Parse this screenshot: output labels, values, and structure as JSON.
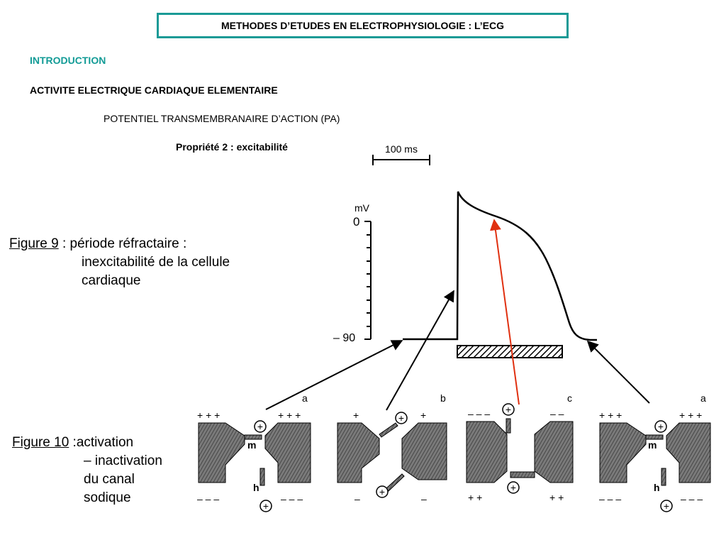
{
  "header": {
    "title": "METHODES D’ETUDES EN ELECTROPHYSIOLOGIE : L’ECG"
  },
  "section": {
    "intro": "INTRODUCTION",
    "heading": "ACTIVITE ELECTRIQUE CARDIAQUE ELEMENTAIRE",
    "subheading": "POTENTIEL TRANSMEMBRANAIRE D’ACTION (PA)",
    "property": "Propriété 2 : excitabilité"
  },
  "figure9": {
    "label": "Figure 9",
    "line1": " : période    réfractaire :",
    "rest": "inexcitabilité de la cellule\ncardiaque"
  },
  "figure10": {
    "label": "Figure 10",
    "line1": " :activation",
    "rest": "– inactivation\ndu canal\nsodique"
  },
  "graph": {
    "scale_bar": "100 ms",
    "unit": "mV",
    "zero": "0",
    "min": "– 90",
    "colors": {
      "arrow": "#000000",
      "highlight_arrow": "#e03010"
    }
  },
  "channels": {
    "panel_labels": [
      "a",
      "b",
      "c",
      "a"
    ],
    "gate_m": "m",
    "gate_h": "h",
    "plus": "+ + +",
    "minus": "– – –"
  }
}
